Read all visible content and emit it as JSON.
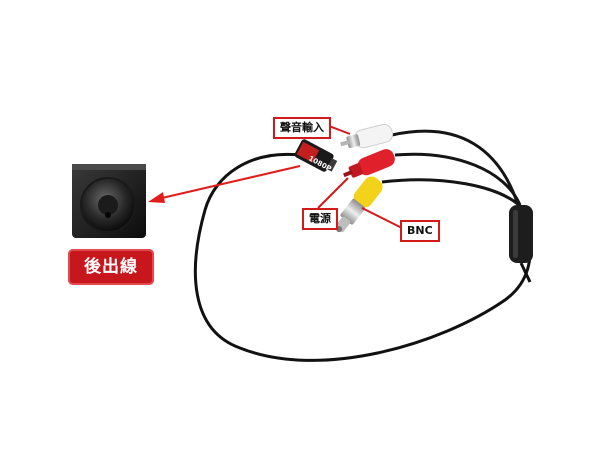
{
  "labels": {
    "audio_in": "聲音輸入",
    "power": "電源",
    "bnc": "BNC",
    "rear_cable": "後出線",
    "micro_plug_text": "1080P"
  },
  "colors": {
    "callout_border": "#d11a1a",
    "badge_fill": "#c8161d",
    "cable": "#111111",
    "rca_white": "#f4f4f4",
    "rca_red": "#e0202a",
    "rca_yellow": "#f2d21a",
    "bnc_metal": "#c9c9c9"
  }
}
